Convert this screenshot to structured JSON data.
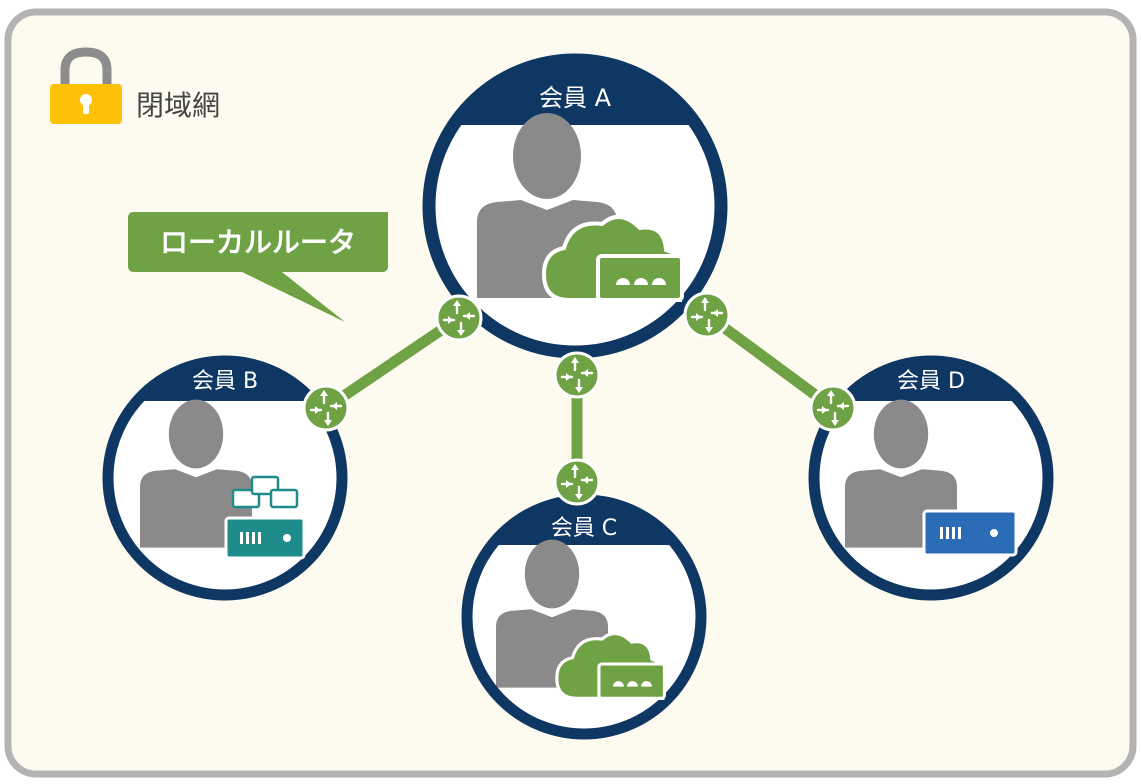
{
  "legend": {
    "label": "閉域網",
    "icon": "padlock-icon",
    "icon_color": "#ffc107"
  },
  "callout": {
    "label": "ローカルルータ",
    "color": "#6fa244"
  },
  "members": [
    {
      "id": "a",
      "label": "会員 A",
      "device": "cloud-router-icon"
    },
    {
      "id": "b",
      "label": "会員 B",
      "device": "network-server-icon"
    },
    {
      "id": "c",
      "label": "会員 C",
      "device": "cloud-router-icon"
    },
    {
      "id": "d",
      "label": "会員 D",
      "device": "server-icon"
    }
  ],
  "colors": {
    "background": "#fdfbef",
    "frame": "#b3b3b3",
    "member_ring": "#0f3763",
    "person": "#8a8a8a",
    "link": "#6fa244",
    "router": "#6fa244",
    "server_teal": "#1f8c8c",
    "server_blue": "#2b6cb6"
  },
  "router_icon": "router-icon"
}
